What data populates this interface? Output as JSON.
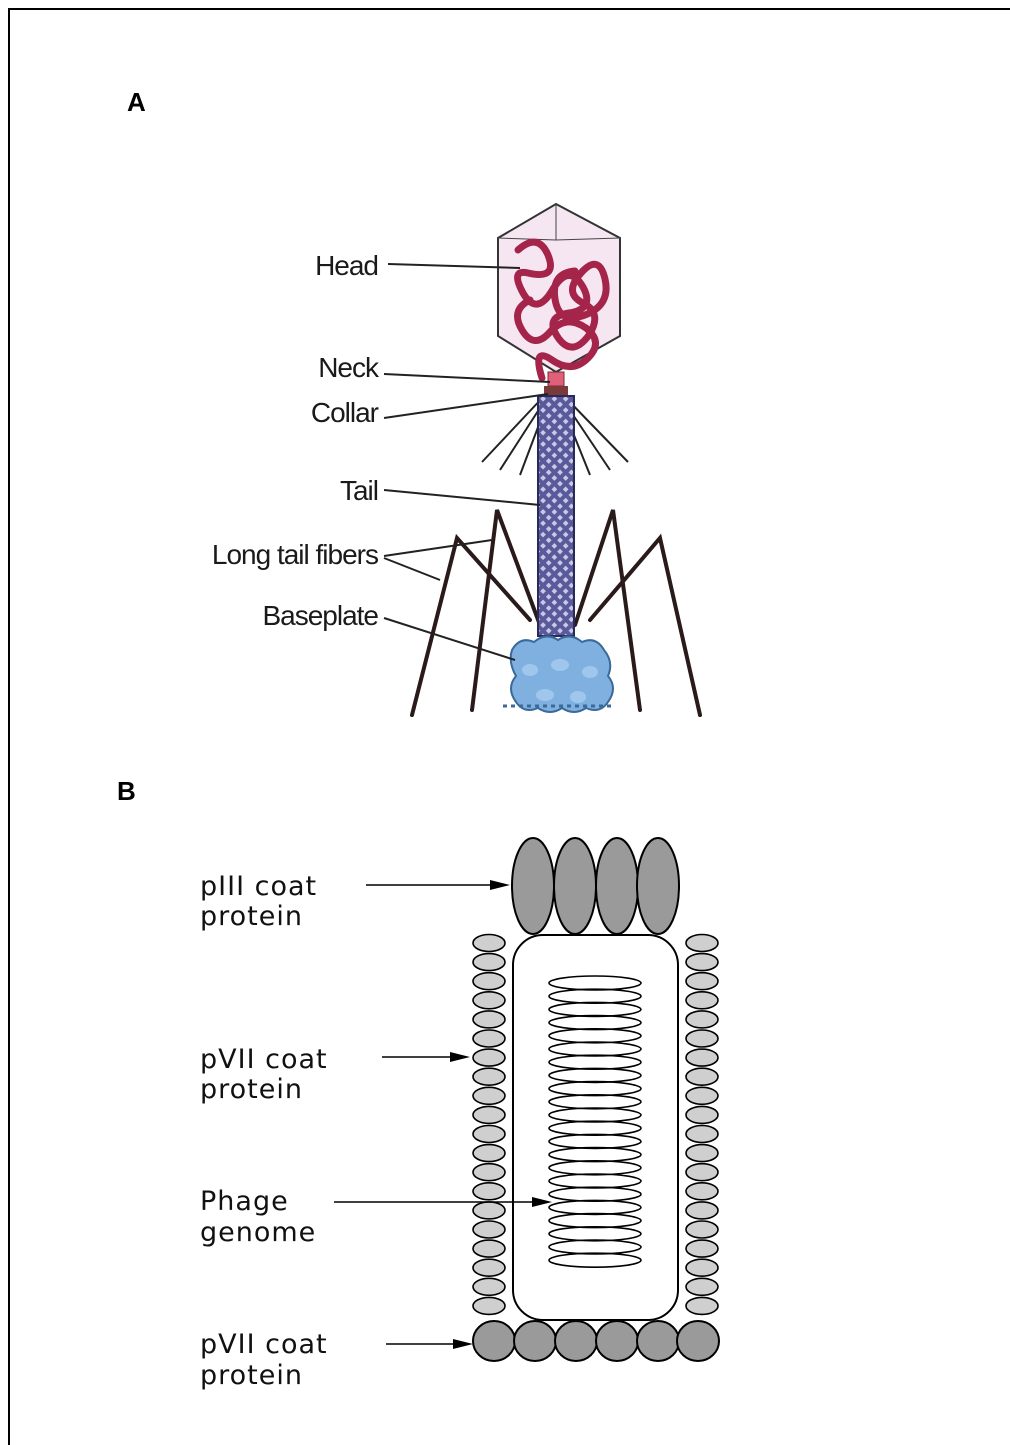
{
  "panel_a": {
    "letter": "A",
    "labels": {
      "head": "Head",
      "neck": "Neck",
      "collar": "Collar",
      "tail": "Tail",
      "long_tail_fibers": "Long tail fibers",
      "baseplate": "Baseplate"
    },
    "colors": {
      "head_fill": "#f6e6f2",
      "dna": "#a5254a",
      "neck": "#e0607a",
      "collar": "#7a3a3a",
      "tail": "#4a4a8a",
      "baseplate": "#7fb0e0",
      "fibers": "#2a1a1a"
    }
  },
  "panel_b": {
    "letter": "B",
    "labels": {
      "piii_line1": "pIII coat",
      "piii_line2": "protein",
      "pvii_mid_line1": "pVII coat",
      "pvii_mid_line2": "protein",
      "genome_line1": "Phage",
      "genome_line2": "genome",
      "pvii_bottom_line1": "pVII coat",
      "pvii_bottom_line2": "protein"
    },
    "colors": {
      "coat_dark": "#9a9a9a",
      "coat_light": "#cfcfcf",
      "outline": "#000000"
    }
  }
}
